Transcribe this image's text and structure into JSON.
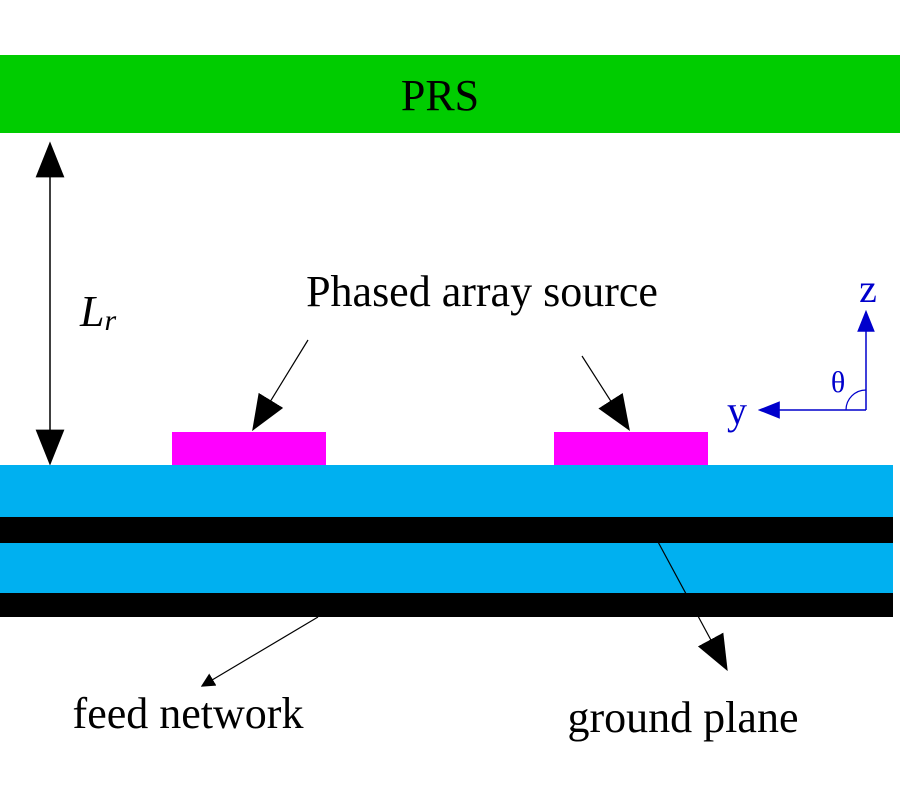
{
  "labels": {
    "prs": "PRS",
    "phased_array_source": "Phased array source",
    "lr_main": "L",
    "lr_sub": "r",
    "feed_network": "feed network",
    "ground_plane": "ground plane",
    "axis_z": "z",
    "axis_y": "y",
    "theta": "θ"
  },
  "colors": {
    "prs": "#00cc00",
    "dielectric": "#00b0f0",
    "metal_layer": "#000000",
    "patch": "#ff00ff",
    "axes": "#0000cc",
    "line": "#000000",
    "background": "#ffffff"
  }
}
